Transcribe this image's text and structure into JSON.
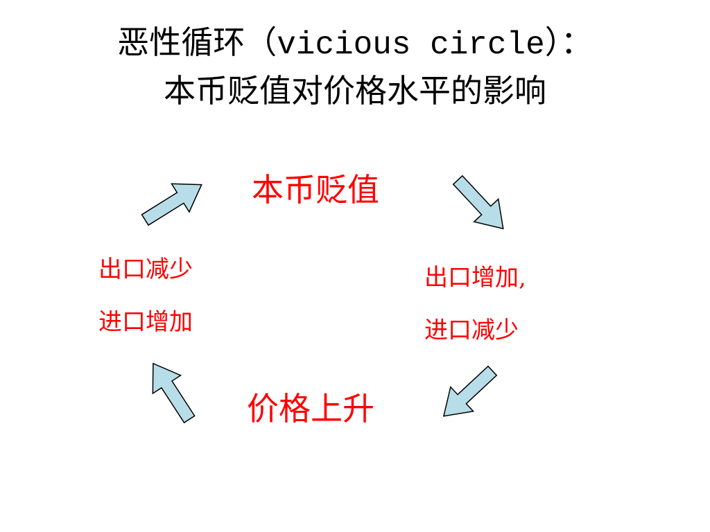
{
  "title": {
    "line1_cn": "恶性循环（",
    "line1_en": "vicious circle",
    "line1_end": "）：",
    "line2": "本币贬值对价格水平的影响"
  },
  "cycle": {
    "top": "本币贬值",
    "right_line1": "出口增加,",
    "right_line2": "进口减少",
    "bottom": "价格上升",
    "left_line1": "出口减少",
    "left_line2": "进口增加"
  },
  "colors": {
    "title_text": "#000000",
    "cycle_text": "#ff0000",
    "arrow_fill": "#b7dde8",
    "arrow_stroke": "#000000"
  },
  "icons": {
    "arrow_top_right": "arrow-down-right-icon",
    "arrow_bottom_right": "arrow-down-left-icon",
    "arrow_bottom_left": "arrow-up-left-icon",
    "arrow_top_left": "arrow-up-right-icon"
  }
}
